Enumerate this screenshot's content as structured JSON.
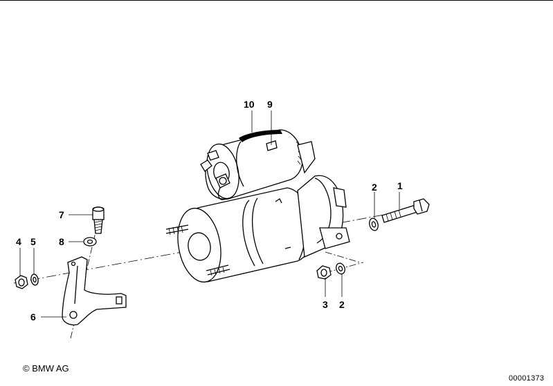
{
  "callouts": {
    "c1": "1",
    "c2a": "2",
    "c2b": "2",
    "c3": "3",
    "c4": "4",
    "c5": "5",
    "c6": "6",
    "c7": "7",
    "c8": "8",
    "c9": "9",
    "c10": "10"
  },
  "footer": {
    "copyright": "© BMW AG",
    "diagram_number": "00001373"
  },
  "colors": {
    "line": "#000000",
    "background": "#ffffff"
  }
}
